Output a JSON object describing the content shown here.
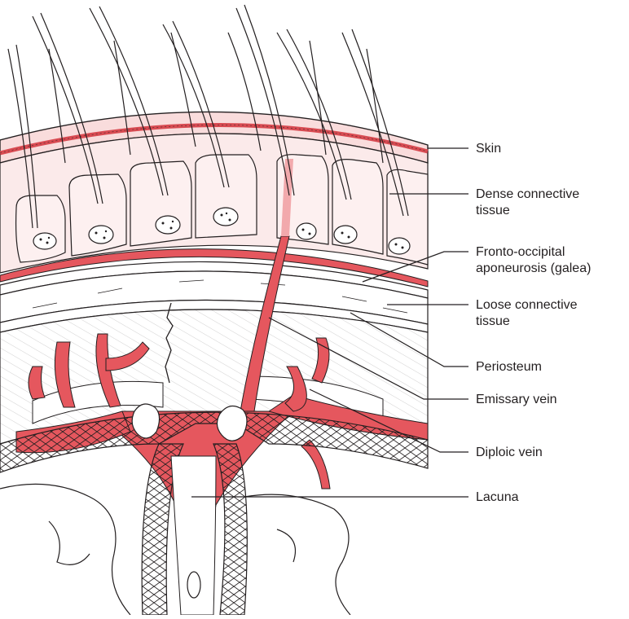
{
  "colors": {
    "vein": "#e5575e",
    "skin": "#f9dcdc",
    "dense": "#fbeaea",
    "line": "#231f20",
    "dermis_band": "#d84b52"
  },
  "labels": {
    "skin": "Skin",
    "dense_connective_tissue": "Dense connective\ntissue",
    "fronto_occipital_aponeurosis": "Fronto-occipital\naponeurosis (galea)",
    "loose_connective_tissue": "Loose connective\ntissue",
    "periosteum": "Periosteum",
    "emissary_vein": "Emissary vein",
    "diploic_vein": "Diploic vein",
    "lacuna": "Lacuna"
  }
}
